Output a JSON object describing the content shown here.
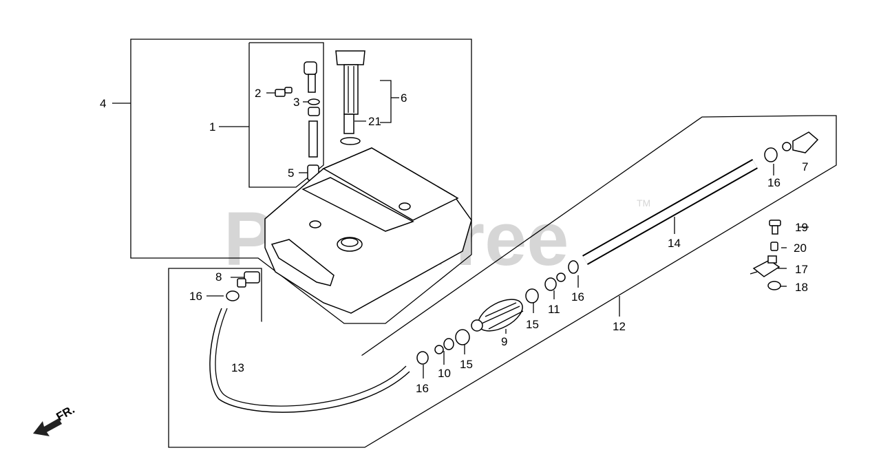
{
  "watermark": {
    "text": "PartsTree",
    "trademark": "TM"
  },
  "direction_marker": {
    "text": "FR."
  },
  "callouts": [
    {
      "id": "c1",
      "label": "1"
    },
    {
      "id": "c2",
      "label": "2"
    },
    {
      "id": "c3",
      "label": "3"
    },
    {
      "id": "c4",
      "label": "4"
    },
    {
      "id": "c5",
      "label": "5"
    },
    {
      "id": "c6",
      "label": "6"
    },
    {
      "id": "c21",
      "label": "21"
    },
    {
      "id": "c7",
      "label": "7"
    },
    {
      "id": "c16a",
      "label": "16"
    },
    {
      "id": "c19",
      "label": "19"
    },
    {
      "id": "c20",
      "label": "20"
    },
    {
      "id": "c17",
      "label": "17"
    },
    {
      "id": "c18",
      "label": "18"
    },
    {
      "id": "c14",
      "label": "14"
    },
    {
      "id": "c16b",
      "label": "16"
    },
    {
      "id": "c11",
      "label": "11"
    },
    {
      "id": "c15a",
      "label": "15"
    },
    {
      "id": "c9",
      "label": "9"
    },
    {
      "id": "c12",
      "label": "12"
    },
    {
      "id": "c15b",
      "label": "15"
    },
    {
      "id": "c10",
      "label": "10"
    },
    {
      "id": "c16c",
      "label": "16"
    },
    {
      "id": "c8",
      "label": "8"
    },
    {
      "id": "c16d",
      "label": "16"
    },
    {
      "id": "c13",
      "label": "13"
    }
  ]
}
